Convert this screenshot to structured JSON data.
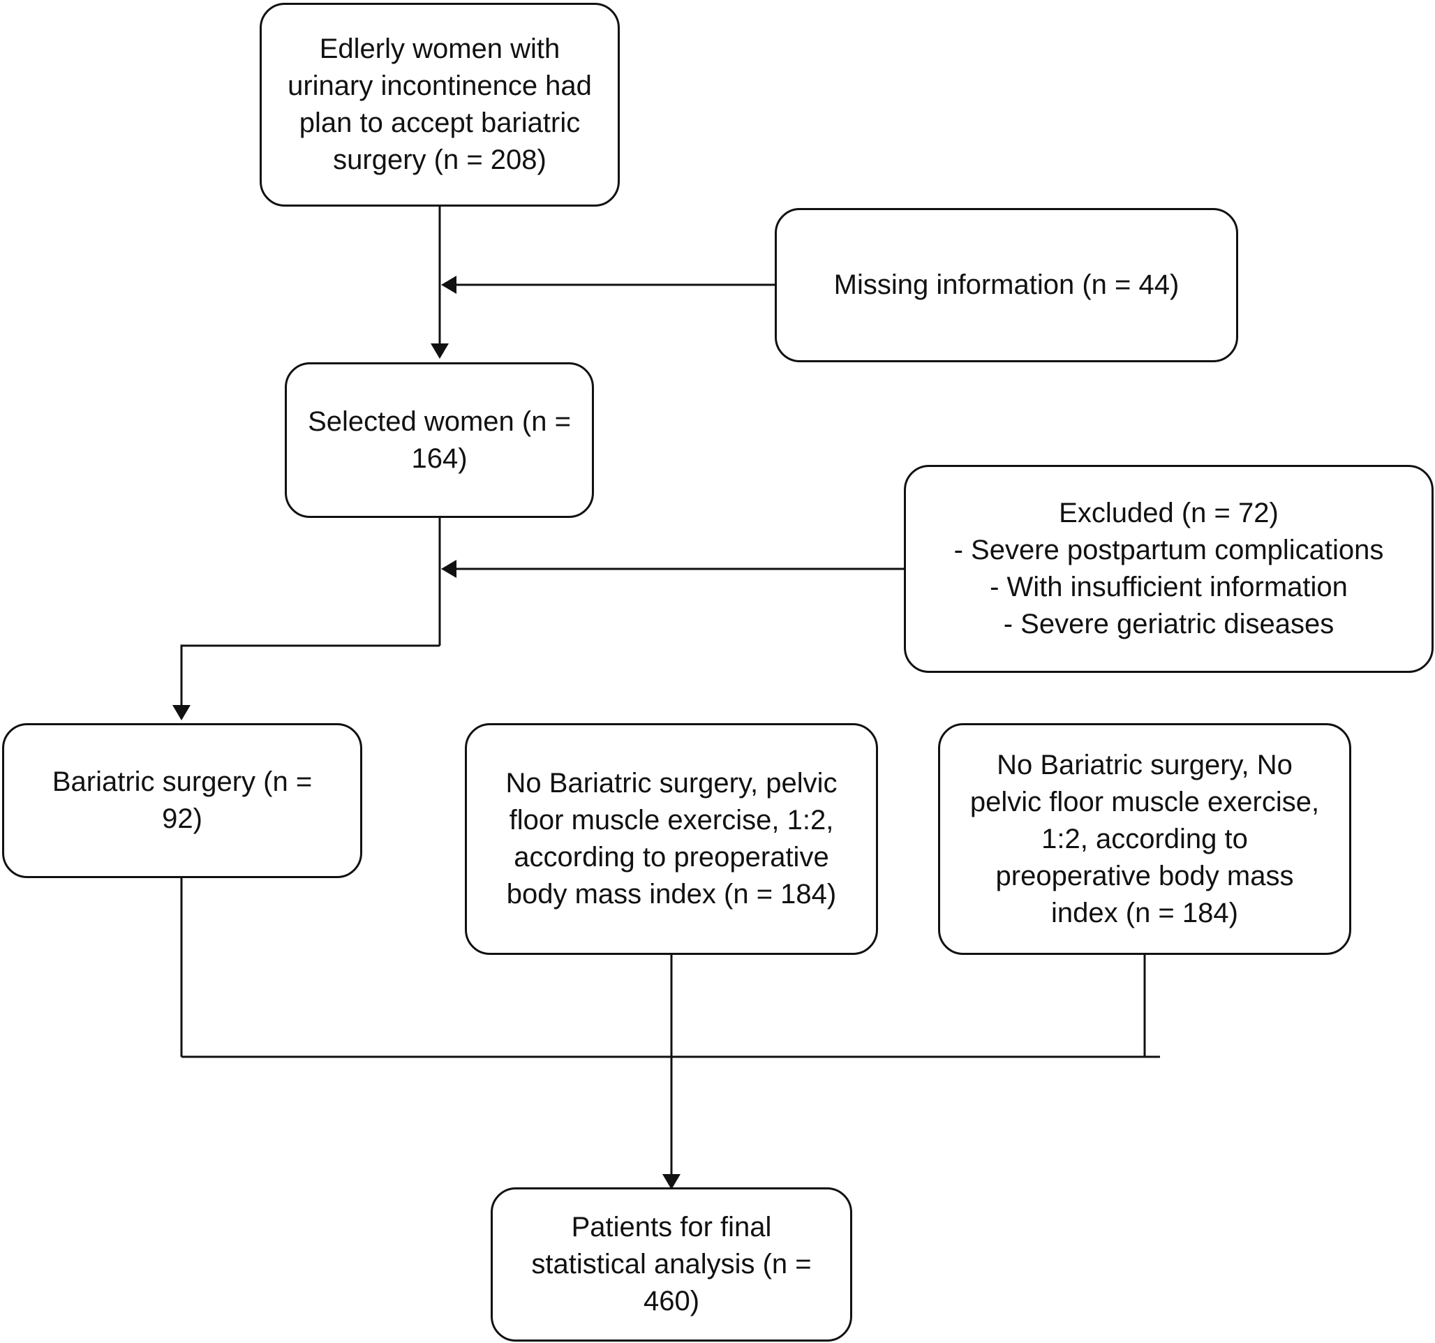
{
  "flowchart": {
    "initial": {
      "text": "Edlerly women with\nurinary incontinence  had\nplan to accept bariatric\nsurgery (n = 208)"
    },
    "missing": {
      "text": "Missing information  (n = 44)"
    },
    "selected": {
      "text": "Selected women (n =\n164)"
    },
    "excluded": {
      "title": "Excluded  (n = 72)",
      "reasons": [
        "- Severe postpartum complications",
        "- With insufficient information",
        "- Severe geriatric diseases"
      ]
    },
    "bariatric": {
      "text": "Bariatric surgery (n =\n92)"
    },
    "no_surgery_pfme": {
      "text": "No Bariatric surgery, pelvic\nfloor muscle exercise, 1:2,\naccording to preoperative\nbody mass index (n = 184)"
    },
    "no_surgery_no_pfme": {
      "text": "No Bariatric surgery, No\npelvic floor muscle exercise,\n1:2, according to\npreoperative body mass\nindex (n = 184)"
    },
    "final": {
      "text": "Patients for final\nstatistical analysis (n =\n460)"
    }
  }
}
